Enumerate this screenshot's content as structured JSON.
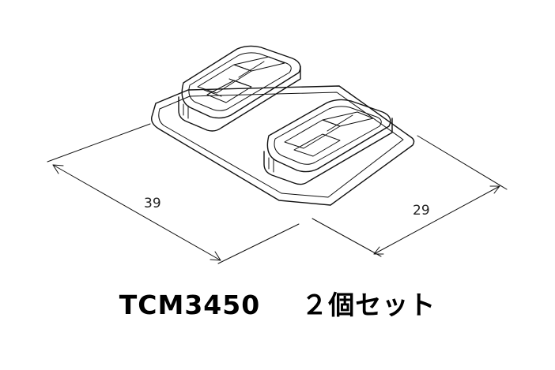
{
  "dimensions": {
    "length": "39",
    "width": "29"
  },
  "caption": {
    "model": "TCM3450",
    "set_text": "２個セット"
  }
}
